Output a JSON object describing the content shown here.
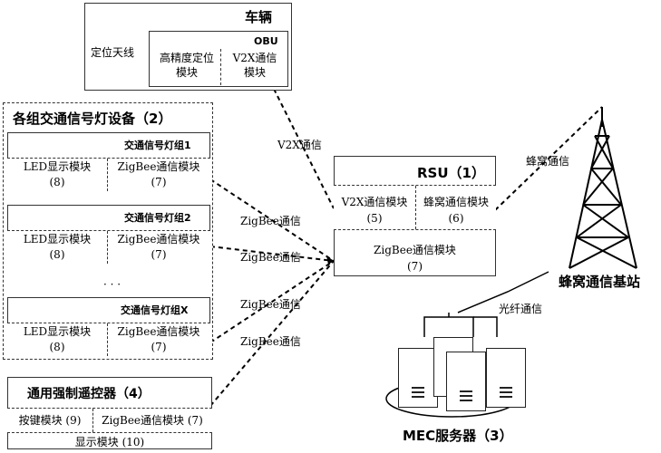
{
  "vehicle": {
    "title": "车辆",
    "antenna": "定位天线",
    "obu": "OBU",
    "hp_module": [
      "高精度定位",
      "模块"
    ],
    "v2x_module": [
      "V2X通信",
      "模块"
    ]
  },
  "signal_group": {
    "title": "各组交通信号灯设备（2）",
    "groups": [
      {
        "title": "交通信号灯组1",
        "led": "LED显示模块",
        "led_num": "(8)",
        "zig": "ZigBee通信模块",
        "zig_num": "(7)"
      },
      {
        "title": "交通信号灯组2",
        "led": "LED显示模块",
        "led_num": "(8)",
        "zig": "ZigBee通信模块",
        "zig_num": "(7)"
      },
      {
        "title": "交通信号灯组X",
        "led": "LED显示模块",
        "led_num": "(8)",
        "zig": "ZigBee通信模块",
        "zig_num": "(7)"
      }
    ],
    "ellipsis": "· · ·"
  },
  "remote": {
    "title": "通用强制遥控器（4）",
    "key": "按键模块 (9)",
    "zig": "ZigBee通信模块 (7)",
    "display": "显示模块 (10)"
  },
  "rsu": {
    "title": "RSU（1）",
    "v2x": "V2X通信模块",
    "v2x_num": "(5)",
    "cell": "蜂窝通信模块",
    "cell_num": "(6)",
    "zig": "ZigBee通信模块",
    "zig_num": "(7)"
  },
  "links": {
    "v2x": "V2X通信",
    "zig1": "ZigBee通信",
    "zig2": "ZigBee通信",
    "zig3": "ZigBee通信",
    "zig4": "ZigBee通信",
    "cellular": "蜂窝通信",
    "fiber": "光纤通信"
  },
  "tower_label": "蜂窝通信基站",
  "mec_label": "MEC服务器（3）"
}
